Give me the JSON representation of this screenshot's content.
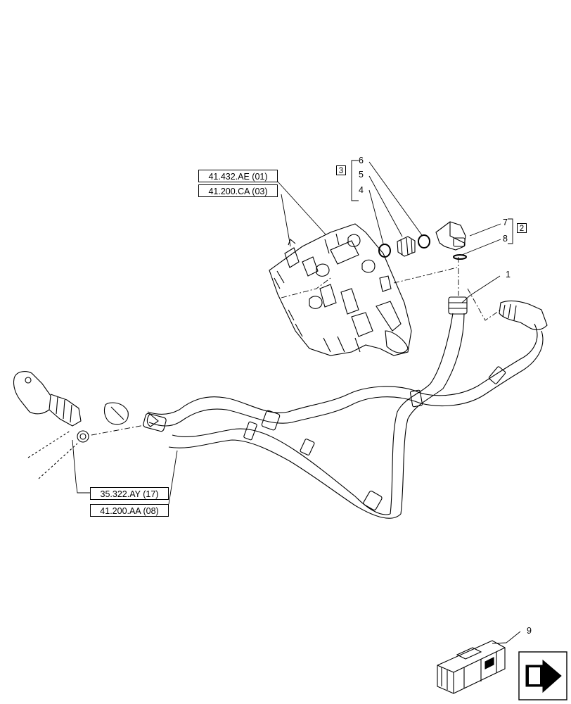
{
  "references": {
    "ref_1": "41.432.AE (01)",
    "ref_2": "41.200.CA (03)",
    "ref_3": "35.322.AY (17)",
    "ref_4": "41.200.AA (08)"
  },
  "callouts": {
    "c1": "1",
    "c4": "4",
    "c5": "5",
    "c6": "6",
    "c7": "7",
    "c8": "8",
    "c9": "9"
  },
  "groups": {
    "group_3": "3",
    "group_2": "2"
  },
  "icons": [
    "hydraulic-valve-block-icon",
    "hose-assembly-icon",
    "elbow-fitting-icon",
    "o-ring-icon",
    "shipping-crate-icon",
    "next-page-arrow-icon"
  ]
}
